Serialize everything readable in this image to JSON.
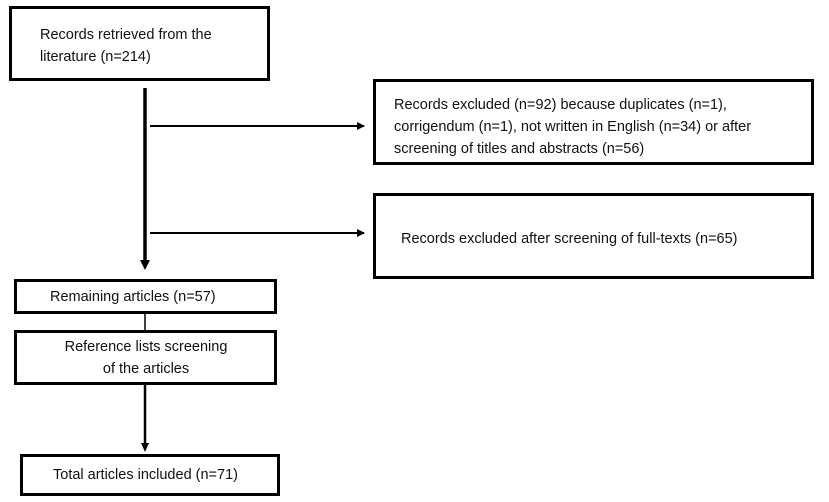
{
  "flowchart": {
    "records_retrieved": "Records retrieved from the\nliterature (n=214)",
    "excluded_first": "Records excluded (n=92) because duplicates (n=1),\ncorrigendum (n=1), not written in English (n=34) or after\nscreening of titles and abstracts (n=56)",
    "excluded_fulltext": "Records excluded after screening of full-texts  (n=65)",
    "remaining_articles": "Remaining articles (n=57)",
    "reference_screening": "Reference lists screening\nof the articles",
    "total_included": "Total articles included (n=71)"
  }
}
